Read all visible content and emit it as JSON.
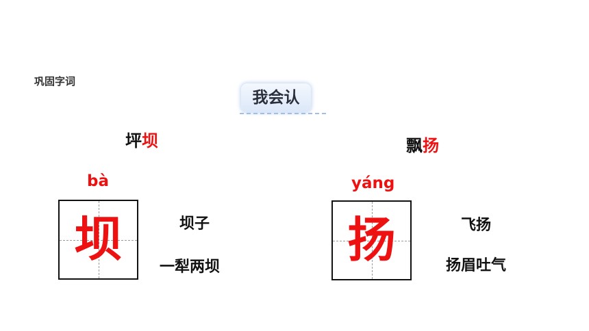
{
  "section_title": "巩固字词",
  "badge": "我会认",
  "left": {
    "word_prefix": "坪",
    "word_highlight": "坝",
    "pinyin": "bà",
    "character": "坝",
    "phrases": [
      "坝子",
      "一犁两坝"
    ]
  },
  "right": {
    "word_prefix": "飘",
    "word_highlight": "扬",
    "pinyin": "yáng",
    "character": "扬",
    "phrases": [
      "飞扬",
      "扬眉吐气"
    ]
  },
  "colors": {
    "highlight": "#ee1111",
    "text": "#111111",
    "badge_bg": "#dbe7f8"
  }
}
